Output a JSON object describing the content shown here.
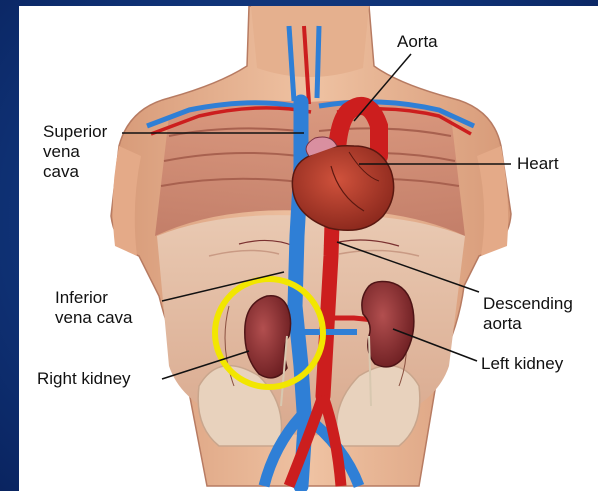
{
  "labels": {
    "aorta": "Aorta",
    "superior_vena_cava": [
      "Superior",
      "vena",
      "cava"
    ],
    "heart": "Heart",
    "inferior_vena_cava": [
      "Inferior",
      "vena cava"
    ],
    "descending_aorta": [
      "Descending",
      "aorta"
    ],
    "right_kidney": "Right kidney",
    "left_kidney": "Left kidney"
  },
  "highlight": {
    "target": "right kidney",
    "shape": "circle",
    "color": "#f2e600"
  },
  "colors": {
    "background": "#0d2c6a",
    "panel": "#ffffff",
    "artery": "#cc1e1e",
    "vein": "#2f7fd6",
    "organ": "#8a2a2a",
    "skin": "#e9b391",
    "muscle": "#c98a74",
    "leader_line": "#111111"
  }
}
